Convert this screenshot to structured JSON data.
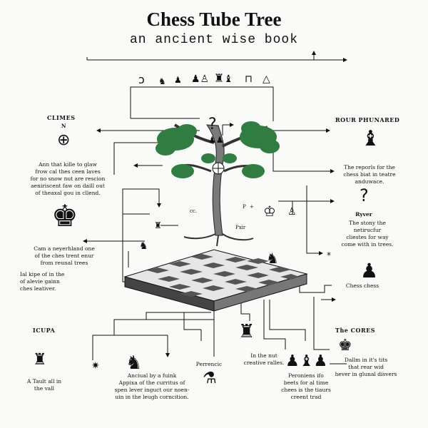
{
  "header": {
    "title": "Chess Tube Tree",
    "subtitle": "an ancient  wise book"
  },
  "left": {
    "heading_climes": "CLIMES",
    "compass_n": "N",
    "para1": [
      "Ann that kille to glaw",
      "frow cal thes ceen laves",
      "for no snow nut are rescion",
      "aeniriscent faw on daill out",
      "of theaxal gou in cllend."
    ],
    "para2": [
      "Cam a neyerhland one",
      "of the ches trent enur",
      "from reunal trees"
    ],
    "para3": [
      "Ial kipe of in the",
      "of alevie gainn",
      "ches leativer."
    ],
    "heading_icupa": "ICUPA",
    "para4": [
      "A Tault all in",
      "the vall"
    ]
  },
  "right": {
    "heading_rour": "ROUR PHUNARED",
    "para1": [
      "The reporls for the",
      "chess biat in teatre",
      "anduwace."
    ],
    "ryver_label": "Ryver",
    "para2": [
      "The stony the",
      "netirucfur",
      "cliestes for way",
      "come with in trees."
    ],
    "chess_chess": "Chess chess",
    "heading_cores": "The CORES",
    "para3": [
      "Dallm in it's tits",
      "that rear wid",
      "hever in glunal disvers"
    ]
  },
  "center": {
    "cc_label": "cc.",
    "pxir_label": "Pxir",
    "p_label": "P",
    "plus_label": "+"
  },
  "bottom": {
    "para_main": [
      "Anciual by a fuink",
      "Appixa of the curritus of",
      "spen lever inguct our noen-",
      "uin in the leugh corncition."
    ],
    "perrencic": "Perrencic",
    "inthenut": [
      "In the nut",
      "creative ralles."
    ],
    "peroniens": [
      "Peroniens ifo",
      "beets for al time",
      "chees is the tiaurs",
      "creent trad"
    ]
  },
  "icons": {
    "top_row": [
      "curl-glyph-icon",
      "knight-tiny-icon",
      "pawn-tiny-icon",
      "pawn-pair-icon",
      "rook-pawn-icon",
      "bishop-bird-icon",
      "chair-icon",
      "tent-icon"
    ],
    "colors": {
      "tree_leaf": "#2f7d40",
      "trunk": "#6b6b6b",
      "board_dark": "#555555",
      "board_light": "#e6e6e6",
      "ink": "#111111"
    }
  }
}
